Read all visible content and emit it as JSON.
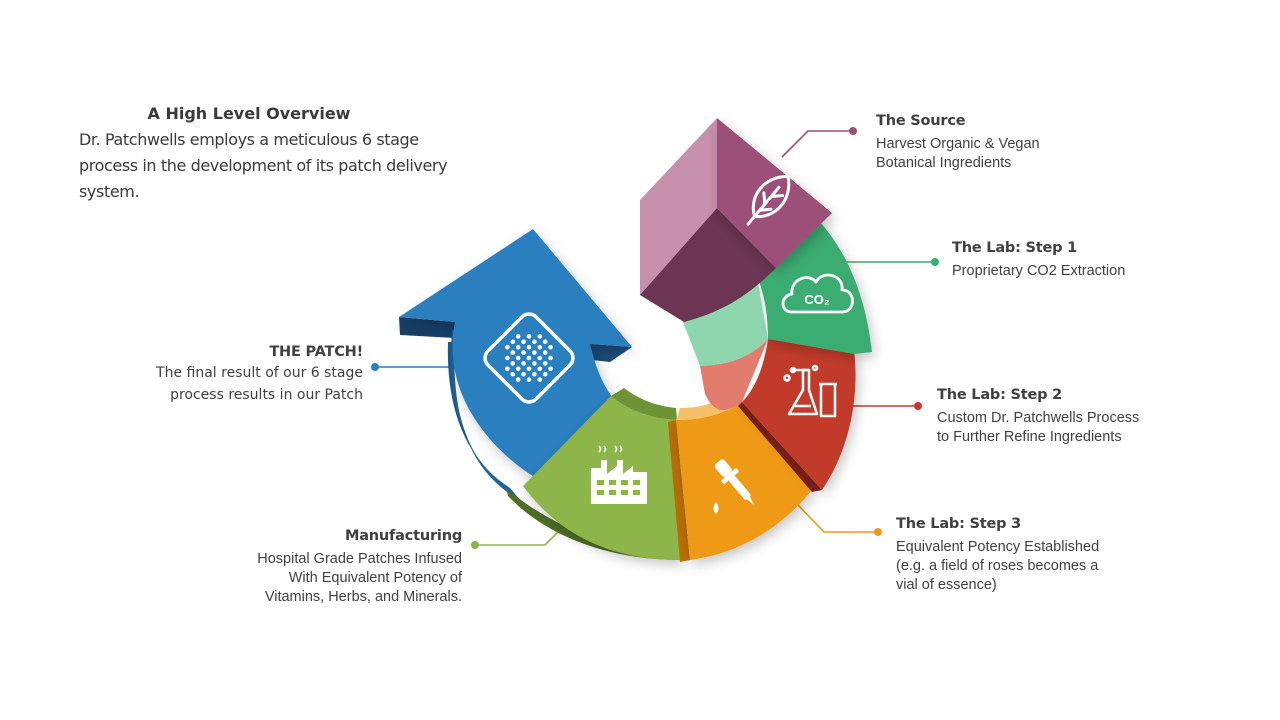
{
  "overview": {
    "title": "A High Level Overview",
    "text": "Dr. Patchwells employs a meticulous 6 stage process in the development of its patch delivery system."
  },
  "stages": [
    {
      "title": "The Source",
      "desc": "Harvest Organic & Vegan\nBotanical Ingredients",
      "icon": "leaf-icon",
      "color": "#9b4f79"
    },
    {
      "title": "The Lab: Step 1",
      "desc": "Proprietary CO2 Extraction",
      "icon": "co2-cloud-icon",
      "color": "#3aac72"
    },
    {
      "title": "The Lab: Step 2",
      "desc": "Custom Dr. Patchwells Process\nto Further Refine Ingredients",
      "icon": "lab-flasks-icon",
      "color": "#c23b2c"
    },
    {
      "title": "The Lab: Step 3",
      "desc": "Equivalent Potency Established\n(e.g. a field of roses becomes a\nvial of essence)",
      "icon": "dropper-icon",
      "color": "#ef9a14"
    },
    {
      "title": "Manufacturing",
      "desc": "Hospital Grade Patches Infused\nWith Equivalent Potency of\nVitamins, Herbs, and Minerals.",
      "icon": "factory-icon",
      "color": "#8db548"
    },
    {
      "title": "THE PATCH!",
      "desc": "The final result of our 6 stage\nprocess results in our Patch",
      "icon": "patch-grid-icon",
      "color": "#2a7fbf"
    }
  ],
  "co2_text": "CO₂"
}
